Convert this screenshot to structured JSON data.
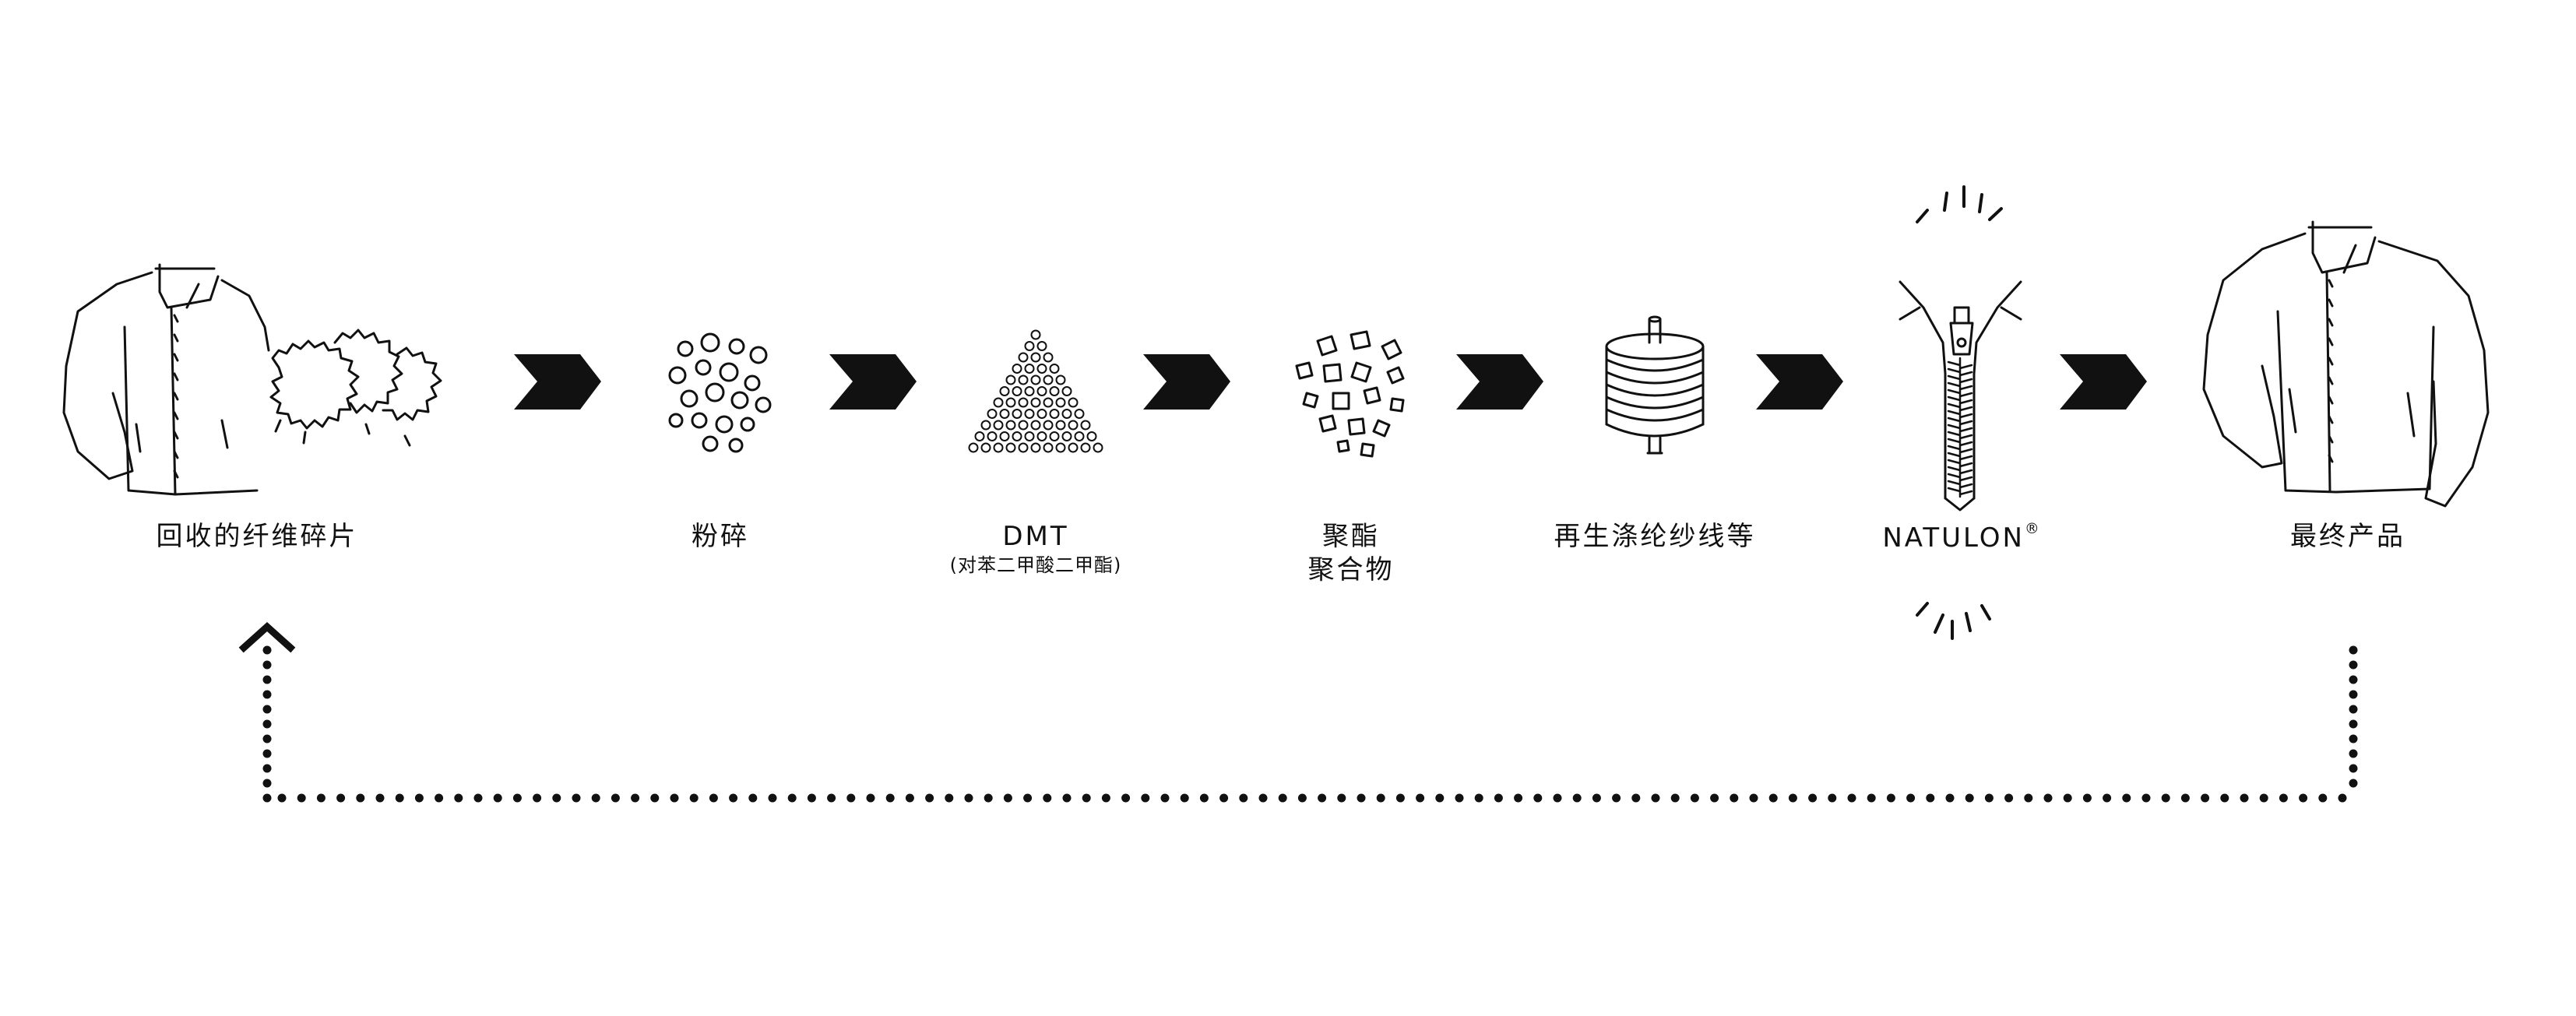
{
  "diagram": {
    "steps": [
      {
        "label": "回收的纤维碎片",
        "icon": "jacket-with-fiber-fragments"
      },
      {
        "label": "粉碎",
        "icon": "granules"
      },
      {
        "label": "DMT",
        "sublabel": "(对苯二甲酸二甲酯)",
        "icon": "dot-triangle"
      },
      {
        "label": "聚酯",
        "label_line2": "聚合物",
        "icon": "polymer-chips"
      },
      {
        "label": "再生涤纶纱线等",
        "icon": "yarn-spool"
      },
      {
        "label": "NATULON",
        "mark": "®",
        "icon": "zipper"
      },
      {
        "label": "最终产品",
        "icon": "jacket"
      }
    ],
    "connectors": {
      "type": "chevron-arrow",
      "count": 6
    },
    "loop": {
      "style": "dotted",
      "direction": "final-product-back-to-recycled-fibers"
    },
    "colors": {
      "ink": "#111111",
      "background": "#ffffff"
    }
  }
}
